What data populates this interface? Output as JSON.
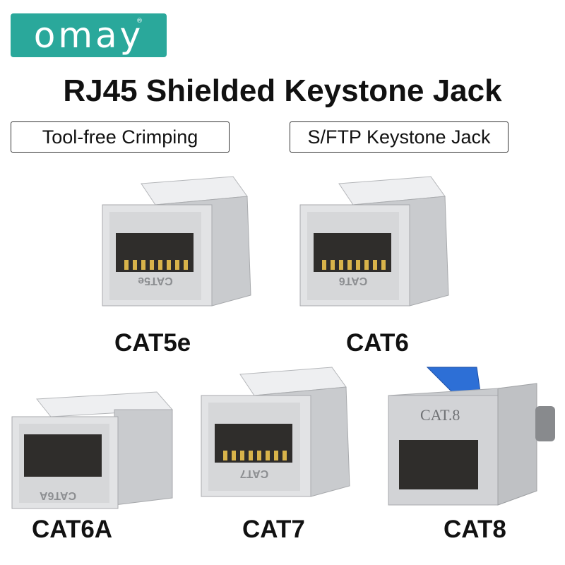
{
  "brand": {
    "name": "omay",
    "registered": "®"
  },
  "title": "RJ45 Shielded Keystone Jack",
  "tags": [
    "Tool-free Crimping",
    "S/FTP Keystone Jack"
  ],
  "products": [
    {
      "label": "CAT5e",
      "marking": "CAT5e"
    },
    {
      "label": "CAT6",
      "marking": "CAT6"
    },
    {
      "label": "CAT6A",
      "marking": "CAT6A"
    },
    {
      "label": "CAT7",
      "marking": "CAT7"
    },
    {
      "label": "CAT8",
      "marking": "CAT.8"
    }
  ],
  "colors": {
    "brand": "#2aa89b",
    "metal": "#d9dadc",
    "latch_blue": "#2d6fd6",
    "contacts": "#d8b34a"
  }
}
